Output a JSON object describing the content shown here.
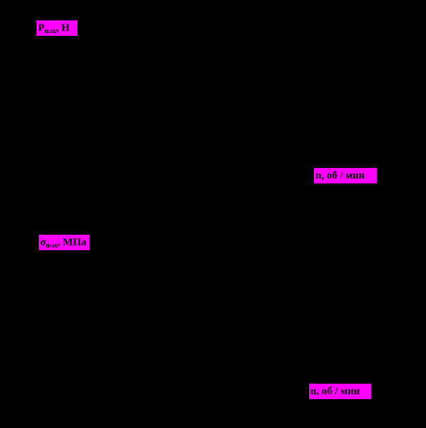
{
  "chart_data": [
    {
      "type": "line",
      "ylabel": {
        "symbol": "P",
        "sub": "max",
        "unit": ", Н"
      },
      "xlabel": "n, об / мин",
      "axis_color": "#000000",
      "label_background": "#ff00ff"
    },
    {
      "type": "line",
      "ylabel": {
        "symbol": "σ",
        "sub": "max",
        "unit": ", МПа"
      },
      "xlabel": "n, об / мин",
      "axis_color": "#000000",
      "label_background": "#ff00ff"
    }
  ]
}
